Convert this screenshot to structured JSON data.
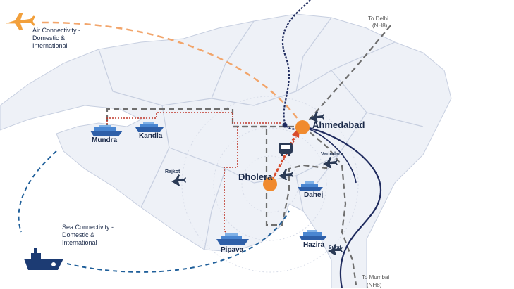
{
  "labels": {
    "air": "Air Connectivity -Domestic & International",
    "sea": "Sea Connectivity -Domestic & International",
    "delhi_to": "To Delhi",
    "delhi_road": "(NH8)",
    "mumbai_to": "To Mumbai",
    "mumbai_road": "(NH8)"
  },
  "places": {
    "ahmedabad": "Ahmedabad",
    "dholera": "Dholera",
    "mundra": "Mundra",
    "kandla": "Kandla",
    "rajkot": "Rajkot",
    "vadodara": "Vadodara",
    "dahej": "Dahej",
    "pipava": "Pipava",
    "hazira": "Hazira",
    "surat": "Surat"
  },
  "colors": {
    "city_marker": "#f08a2e",
    "air_route": "#f2a56b",
    "rail_dotted": "#c0392b",
    "highway": "#6f6f6f",
    "railway": "#1f2b5e",
    "sea_route": "#1f5f9a",
    "land": "#eef1f7",
    "border": "#c7cfe0"
  },
  "icons": [
    "airplane-icon",
    "ship-icon",
    "train-icon"
  ]
}
